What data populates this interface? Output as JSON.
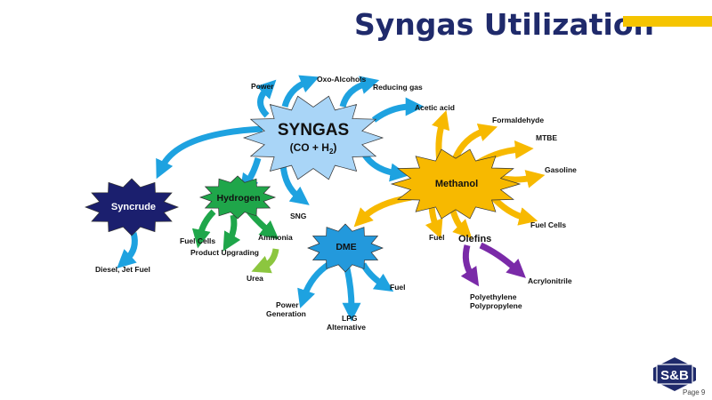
{
  "title": "Syngas Utilization",
  "page": "Page 9",
  "logo_text": "S&B",
  "nodes": {
    "syngas": "SYNGAS",
    "syngas_formula": "(CO + H",
    "syngas_sub": "2",
    "syngas_close": ")",
    "methanol": "Methanol",
    "syncrude": "Syncrude",
    "hydrogen": "Hydrogen",
    "dme": "DME",
    "olefins": "Olefins"
  },
  "labels": {
    "power": "Power",
    "oxo": "Oxo-Alcohols",
    "reducing": "Reducing gas",
    "acetic": "Acetic acid",
    "formaldehyde": "Formaldehyde",
    "mtbe": "MTBE",
    "gasoline": "Gasoline",
    "fuel_cells_m": "Fuel Cells",
    "fuel_m": "Fuel",
    "sng": "SNG",
    "diesel": "Diesel, Jet Fuel",
    "fuel_cells_h": "Fuel Cells",
    "ammonia": "Ammonia",
    "upgrading": "Product Upgrading",
    "urea": "Urea",
    "power_gen1": "Power",
    "power_gen2": "Generation",
    "lpg1": "LPG",
    "lpg2": "Alternative",
    "fuel_d": "Fuel",
    "polyethylene": "Polyethylene",
    "polypropylene": "Polypropylene",
    "acrylonitrile": "Acrylonitrile"
  },
  "colors": {
    "navy": "#1f2a6b",
    "yellow": "#f5c400",
    "syngas": "#a9d5f7",
    "methanol": "#f7b900",
    "syncrude": "#1b1f6e",
    "hydrogen": "#1fa64a",
    "dme": "#2399dc",
    "arrow_blue": "#1ea2e0",
    "arrow_purple": "#7a2aa8",
    "arrow_lgreen": "#8cc63f"
  }
}
